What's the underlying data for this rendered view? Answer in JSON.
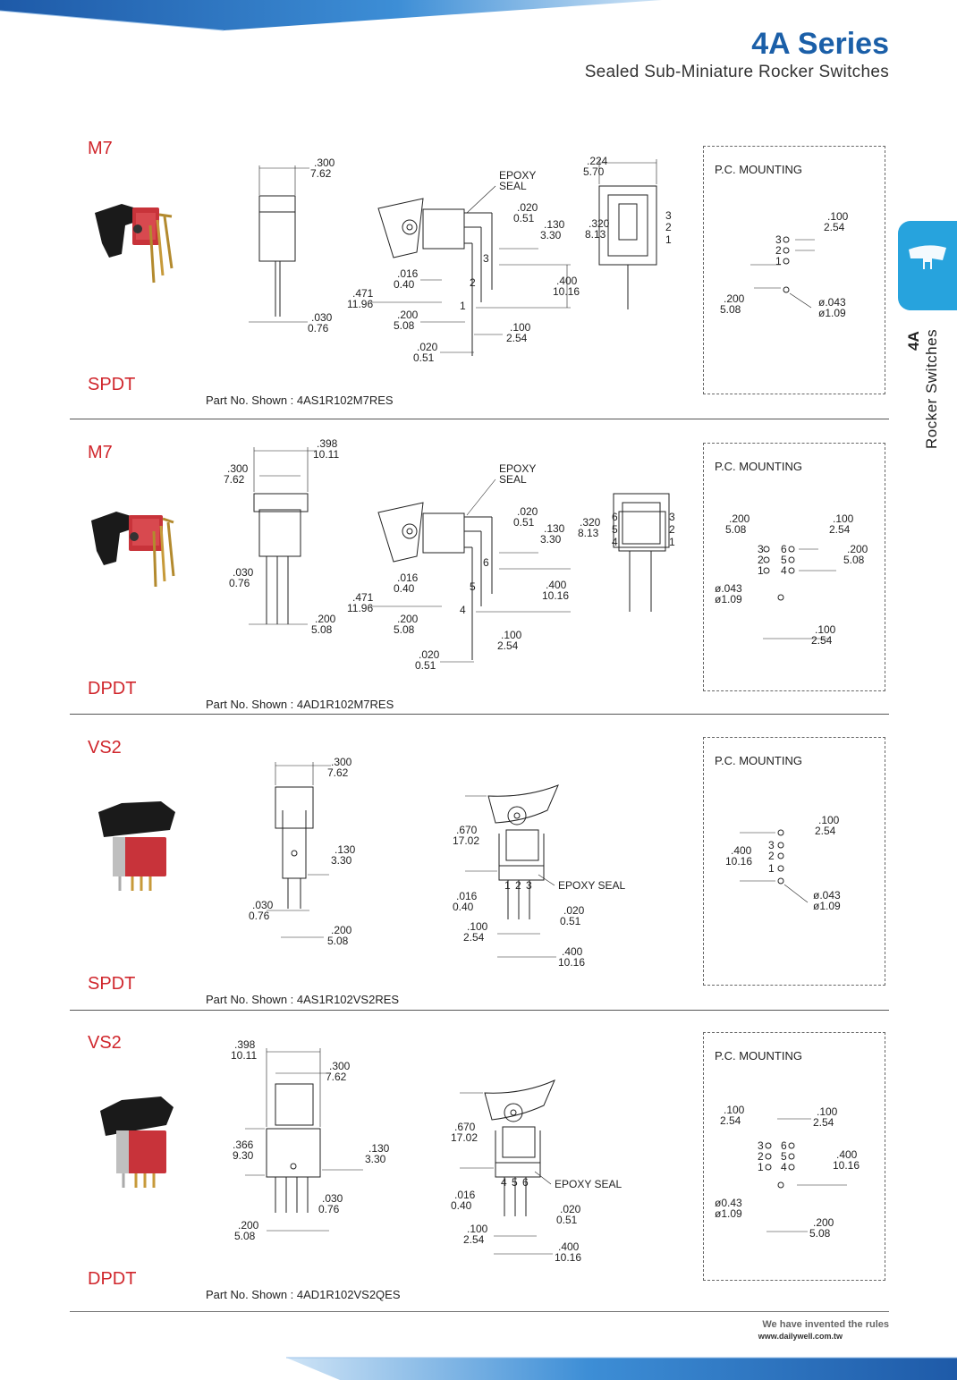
{
  "header": {
    "title": "4A Series",
    "subtitle": "Sealed Sub-Miniature Rocker Switches"
  },
  "side_tab": {
    "code": "4A",
    "label": "Rocker Switches",
    "icon": "rocker-switch-icon"
  },
  "sections": [
    {
      "code": "M7",
      "pole": "SPDT",
      "part_no": "Part No. Shown : 4AS1R102M7RES",
      "pc_title": "P.C. MOUNTING",
      "dims": {
        "width_in": ".300",
        "width_mm": "7.62",
        "pin_in": ".030",
        "pin_mm": "0.76",
        "epoxy": "EPOXY",
        "seal": "SEAL",
        "d020_in": ".020",
        "d020_mm": "0.51",
        "d130_in": ".130",
        "d130_mm": "3.30",
        "d016_in": ".016",
        "d016_mm": "0.40",
        "d400_in": ".400",
        "d400_mm": "10.16",
        "d471_in": ".471",
        "d471_mm": "11.96",
        "d200_in": ".200",
        "d200_mm": "5.08",
        "d100_in": ".100",
        "d100_mm": "2.54",
        "d020b_in": ".020",
        "d020b_mm": "0.51",
        "d224_in": ".224",
        "d224_mm": "5.70",
        "d320_in": ".320",
        "d320_mm": "8.13",
        "pins": [
          "3",
          "2",
          "1"
        ]
      },
      "pc": {
        "d100_in": ".100",
        "d100_mm": "2.54",
        "d200_in": ".200",
        "d200_mm": "5.08",
        "hole_in": "ø.043",
        "hole_mm": "ø1.09",
        "pins": [
          "3",
          "2",
          "1"
        ]
      }
    },
    {
      "code": "M7",
      "pole": "DPDT",
      "part_no": "Part No. Shown : 4AD1R102M7RES",
      "pc_title": "P.C. MOUNTING",
      "dims": {
        "d398_in": ".398",
        "d398_mm": "10.11",
        "width_in": ".300",
        "width_mm": "7.62",
        "pin_in": ".030",
        "pin_mm": "0.76",
        "pitch_in": ".200",
        "pitch_mm": "5.08",
        "epoxy": "EPOXY",
        "seal": "SEAL",
        "d020_in": ".020",
        "d020_mm": "0.51",
        "d130_in": ".130",
        "d130_mm": "3.30",
        "d016_in": ".016",
        "d016_mm": "0.40",
        "d400_in": ".400",
        "d400_mm": "10.16",
        "d471_in": ".471",
        "d471_mm": "11.96",
        "d200_in": ".200",
        "d200_mm": "5.08",
        "d100_in": ".100",
        "d100_mm": "2.54",
        "d020b_in": ".020",
        "d020b_mm": "0.51",
        "d320_in": ".320",
        "d320_mm": "8.13",
        "pins_left": [
          "6",
          "5",
          "4"
        ],
        "pins_right": [
          "3",
          "2",
          "1"
        ]
      },
      "pc": {
        "d200_in": ".200",
        "d200_mm": "5.08",
        "d100_in": ".100",
        "d100_mm": "2.54",
        "d200b_in": ".200",
        "d200b_mm": "5.08",
        "hole_in": "ø.043",
        "hole_mm": "ø1.09",
        "d100b_in": ".100",
        "d100b_mm": "2.54",
        "pins_left": [
          "3",
          "2",
          "1"
        ],
        "pins_right": [
          "6",
          "5",
          "4"
        ]
      }
    },
    {
      "code": "VS2",
      "pole": "SPDT",
      "part_no": "Part No. Shown : 4AS1R102VS2RES",
      "pc_title": "P.C. MOUNTING",
      "dims": {
        "width_in": ".300",
        "width_mm": "7.62",
        "d130_in": ".130",
        "d130_mm": "3.30",
        "pin_in": ".030",
        "pin_mm": "0.76",
        "d200_in": ".200",
        "d200_mm": "5.08",
        "d670_in": ".670",
        "d670_mm": "17.02",
        "epoxy_seal": "EPOXY SEAL",
        "d016_in": ".016",
        "d016_mm": "0.40",
        "d020_in": ".020",
        "d020_mm": "0.51",
        "d100_in": ".100",
        "d100_mm": "2.54",
        "d400_in": ".400",
        "d400_mm": "10.16",
        "pins": [
          "1",
          "2",
          "3"
        ]
      },
      "pc": {
        "d100_in": ".100",
        "d100_mm": "2.54",
        "d400_in": ".400",
        "d400_mm": "10.16",
        "hole_in": "ø.043",
        "hole_mm": "ø1.09",
        "pins": [
          "3",
          "2",
          "1"
        ]
      }
    },
    {
      "code": "VS2",
      "pole": "DPDT",
      "part_no": "Part No. Shown : 4AD1R102VS2QES",
      "pc_title": "P.C. MOUNTING",
      "dims": {
        "d398_in": ".398",
        "d398_mm": "10.11",
        "width_in": ".300",
        "width_mm": "7.62",
        "d366_in": ".366",
        "d366_mm": "9.30",
        "d130_in": ".130",
        "d130_mm": "3.30",
        "pin_in": ".030",
        "pin_mm": "0.76",
        "d200_in": ".200",
        "d200_mm": "5.08",
        "d670_in": ".670",
        "d670_mm": "17.02",
        "epoxy_seal": "EPOXY SEAL",
        "d016_in": ".016",
        "d016_mm": "0.40",
        "d020_in": ".020",
        "d020_mm": "0.51",
        "d100_in": ".100",
        "d100_mm": "2.54",
        "d400_in": ".400",
        "d400_mm": "10.16",
        "pins": [
          "4",
          "5",
          "6"
        ]
      },
      "pc": {
        "d100_in": ".100",
        "d100_mm": "2.54",
        "d100b_in": ".100",
        "d100b_mm": "2.54",
        "d400_in": ".400",
        "d400_mm": "10.16",
        "hole_in": "ø0.43",
        "hole_mm": "ø1.09",
        "d200_in": ".200",
        "d200_mm": "5.08",
        "pins_left": [
          "3",
          "2",
          "1"
        ],
        "pins_right": [
          "6",
          "5",
          "4"
        ]
      }
    }
  ],
  "footer": {
    "slogan": "We have invented the rules",
    "website": "www.dailywell.com.tw"
  },
  "colors": {
    "brand_blue": "#1b5fa8",
    "tab_blue": "#27a3dd",
    "accent_red": "#d0262c"
  }
}
